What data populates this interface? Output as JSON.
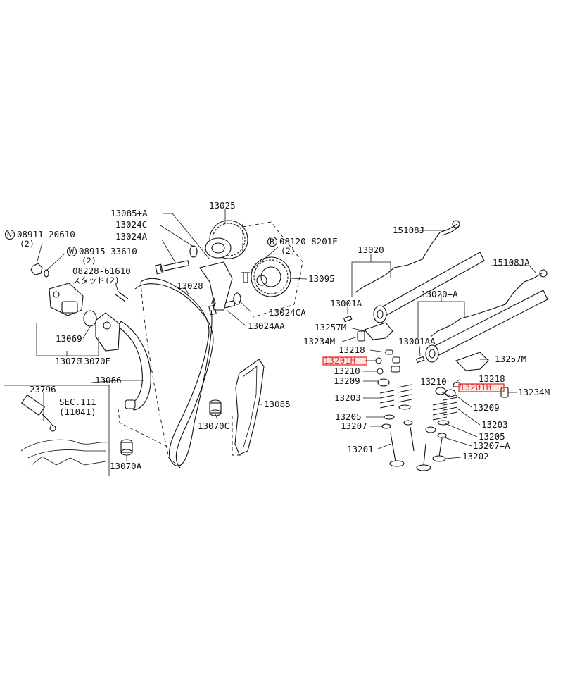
{
  "diagram": {
    "labels": {
      "p13025": "13025",
      "p13085A": "13085+A",
      "p13024C": "13024C",
      "p13024A": "13024A",
      "p13028": "13028",
      "p08228": "08228-61610",
      "p08228b": "スタッド(2)",
      "p08911": "08911-20610",
      "p08911q": "(2)",
      "p08915": "08915-33610",
      "p08915q": "(2)",
      "p08120": "08120-8201E",
      "p08120q": "(2)",
      "p13095": "13095",
      "p13024CA": "13024CA",
      "p13024AA": "13024AA",
      "p13069": "13069",
      "p13070": "13070",
      "p13070E": "13070E",
      "p13086": "13086",
      "p13085": "13085",
      "p13070C": "13070C",
      "p13070A": "13070A",
      "p23796": "23796",
      "pSEC": "SEC.111",
      "pSECn": "(11041)",
      "p15108J": "15108J",
      "p13020": "13020",
      "p15108JA": "15108JA",
      "p13020A": "13020+A",
      "p13001A": "13001A",
      "p13257M_l": "13257M",
      "p13234M_l": "13234M",
      "p13001AA": "13001AA",
      "p13218_l": "13218",
      "p13201H_l": "13201H",
      "p13210_l": "13210",
      "p13209_l": "13209",
      "p13203_l": "13203",
      "p13205_l": "13205",
      "p13207_l": "13207",
      "p13201_l": "13201",
      "p13257M_r": "13257M",
      "p13218_r": "13218",
      "p13210_r": "13210",
      "p13201H_r": "13201H",
      "p13234M_r": "13234M",
      "p13209_r": "13209",
      "p13203_r": "13203",
      "p13205_r": "13205",
      "p13207A_r": "13207+A",
      "p13202_r": "13202",
      "badgeN": "N",
      "badgeW": "W",
      "badgeB": "B"
    },
    "highlight_color": "#e8322c"
  }
}
